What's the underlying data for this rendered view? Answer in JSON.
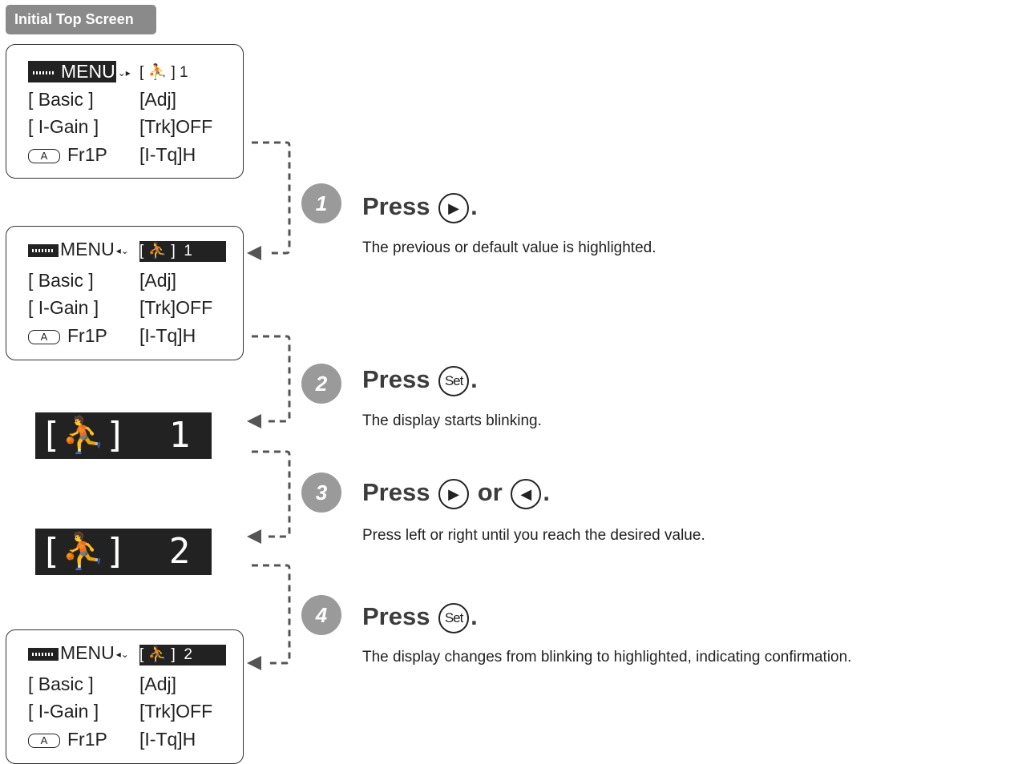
{
  "tag_label": "Initial Top Screen",
  "panels": [
    {
      "menu": "MENU",
      "value": "[ ⛹ ] 1",
      "r2a": "[ Basic ]",
      "r2b": "[Adj]",
      "r3a": "[ I-Gain ]",
      "r3b": "[Trk]OFF",
      "badge": "A",
      "r4a": "Fr1P",
      "r4b": "[I-Tq]H"
    },
    {
      "menu": "MENU",
      "value": "[ ⛹ ]  1",
      "r2a": "[ Basic ]",
      "r2b": "[Adj]",
      "r3a": "[ I-Gain ]",
      "r3b": "[Trk]OFF",
      "badge": "A",
      "r4a": "Fr1P",
      "r4b": "[I-Tq]H"
    },
    {
      "menu": "MENU",
      "value": "[ ⛹ ]  2",
      "r2a": "[ Basic ]",
      "r2b": "[Adj]",
      "r3a": "[ I-Gain ]",
      "r3b": "[Trk]OFF",
      "badge": "A",
      "r4a": "Fr1P",
      "r4b": "[I-Tq]H"
    }
  ],
  "lcd": [
    "[⛹]  1",
    "[⛹]  2"
  ],
  "steps": [
    {
      "num": "1",
      "press": "Press",
      "icon": "▶",
      "suffix": ".",
      "desc": "The previous or default value is highlighted."
    },
    {
      "num": "2",
      "press": "Press",
      "icon": "Set",
      "suffix": ".",
      "desc": "The display starts blinking."
    },
    {
      "num": "3",
      "press": "Press",
      "icon": "▶",
      "or": "or",
      "icon2": "◀",
      "suffix": ".",
      "desc": "Press left or right until you reach the desired value."
    },
    {
      "num": "4",
      "press": "Press",
      "icon": "Set",
      "suffix": ".",
      "desc": "The display changes from blinking to highlighted, indicating confirmation."
    }
  ]
}
